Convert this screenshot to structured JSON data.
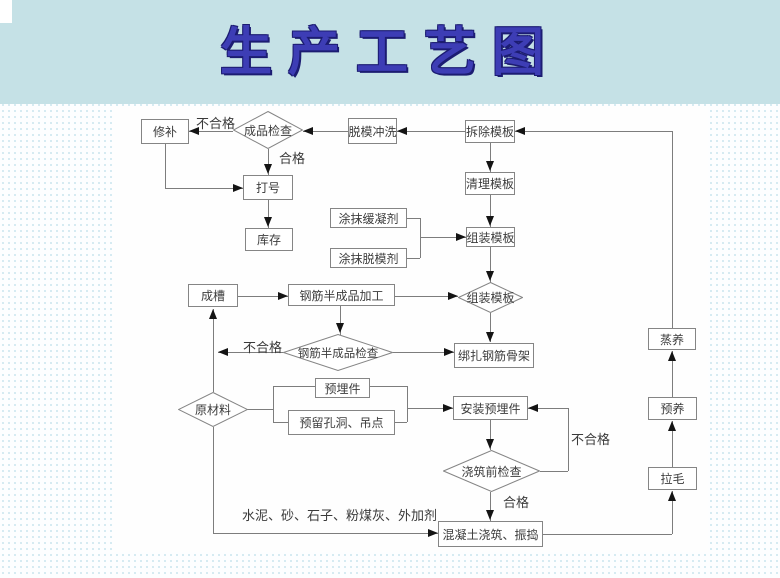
{
  "header": {
    "title": "生产工艺图"
  },
  "colors": {
    "header_band": "#c5e1e6",
    "title_text": "#3d3db5",
    "box_border": "#858585",
    "line": "#7d7d7d",
    "arrow": "#141414"
  },
  "flowchart": {
    "nodes": [
      {
        "id": "repair",
        "shape": "box",
        "label": "修补"
      },
      {
        "id": "product-inspection",
        "shape": "diamond",
        "label": "成品检查"
      },
      {
        "id": "demold-rinse",
        "shape": "box",
        "label": "脱模冲洗"
      },
      {
        "id": "remove-formwork",
        "shape": "box",
        "label": "拆除模板"
      },
      {
        "id": "numbering",
        "shape": "box",
        "label": "打号"
      },
      {
        "id": "storage",
        "shape": "box",
        "label": "库存"
      },
      {
        "id": "clean-formwork",
        "shape": "box",
        "label": "清理模板"
      },
      {
        "id": "apply-retarder",
        "shape": "box",
        "label": "涂抹缓凝剂"
      },
      {
        "id": "apply-release-agent",
        "shape": "box",
        "label": "涂抹脱模剂"
      },
      {
        "id": "assemble-formwork",
        "shape": "box",
        "label": "组装模板"
      },
      {
        "id": "assemble-formwork-check",
        "shape": "diamond",
        "label": "组装模板"
      },
      {
        "id": "grooving",
        "shape": "box",
        "label": "成槽"
      },
      {
        "id": "rebar-processing",
        "shape": "box",
        "label": "钢筋半成品加工"
      },
      {
        "id": "rebar-inspection",
        "shape": "diamond",
        "label": "钢筋半成品检查"
      },
      {
        "id": "tie-rebar-cage",
        "shape": "box",
        "label": "绑扎钢筋骨架"
      },
      {
        "id": "raw-materials",
        "shape": "diamond",
        "label": "原材料"
      },
      {
        "id": "embedded-parts",
        "shape": "box",
        "label": "预埋件"
      },
      {
        "id": "reserved-holes",
        "shape": "box",
        "label": "预留孔洞、吊点"
      },
      {
        "id": "install-embedded-parts",
        "shape": "box",
        "label": "安装预埋件"
      },
      {
        "id": "pre-pour-inspection",
        "shape": "diamond",
        "label": "浇筑前检查"
      },
      {
        "id": "concrete-pouring",
        "shape": "box",
        "label": "混凝土浇筑、振捣"
      },
      {
        "id": "steam-curing",
        "shape": "box",
        "label": "蒸养"
      },
      {
        "id": "pre-curing",
        "shape": "box",
        "label": "预养"
      },
      {
        "id": "roughening",
        "shape": "box",
        "label": "拉毛"
      }
    ],
    "edge_labels": [
      {
        "id": "fail-top",
        "text": "不合格"
      },
      {
        "id": "pass-top",
        "text": "合格"
      },
      {
        "id": "fail-mid",
        "text": "不合格"
      },
      {
        "id": "fail-right",
        "text": "不合格"
      },
      {
        "id": "pass-bottom",
        "text": "合格"
      },
      {
        "id": "materials",
        "text": "水泥、砂、石子、粉煤灰、外加剂"
      }
    ]
  }
}
